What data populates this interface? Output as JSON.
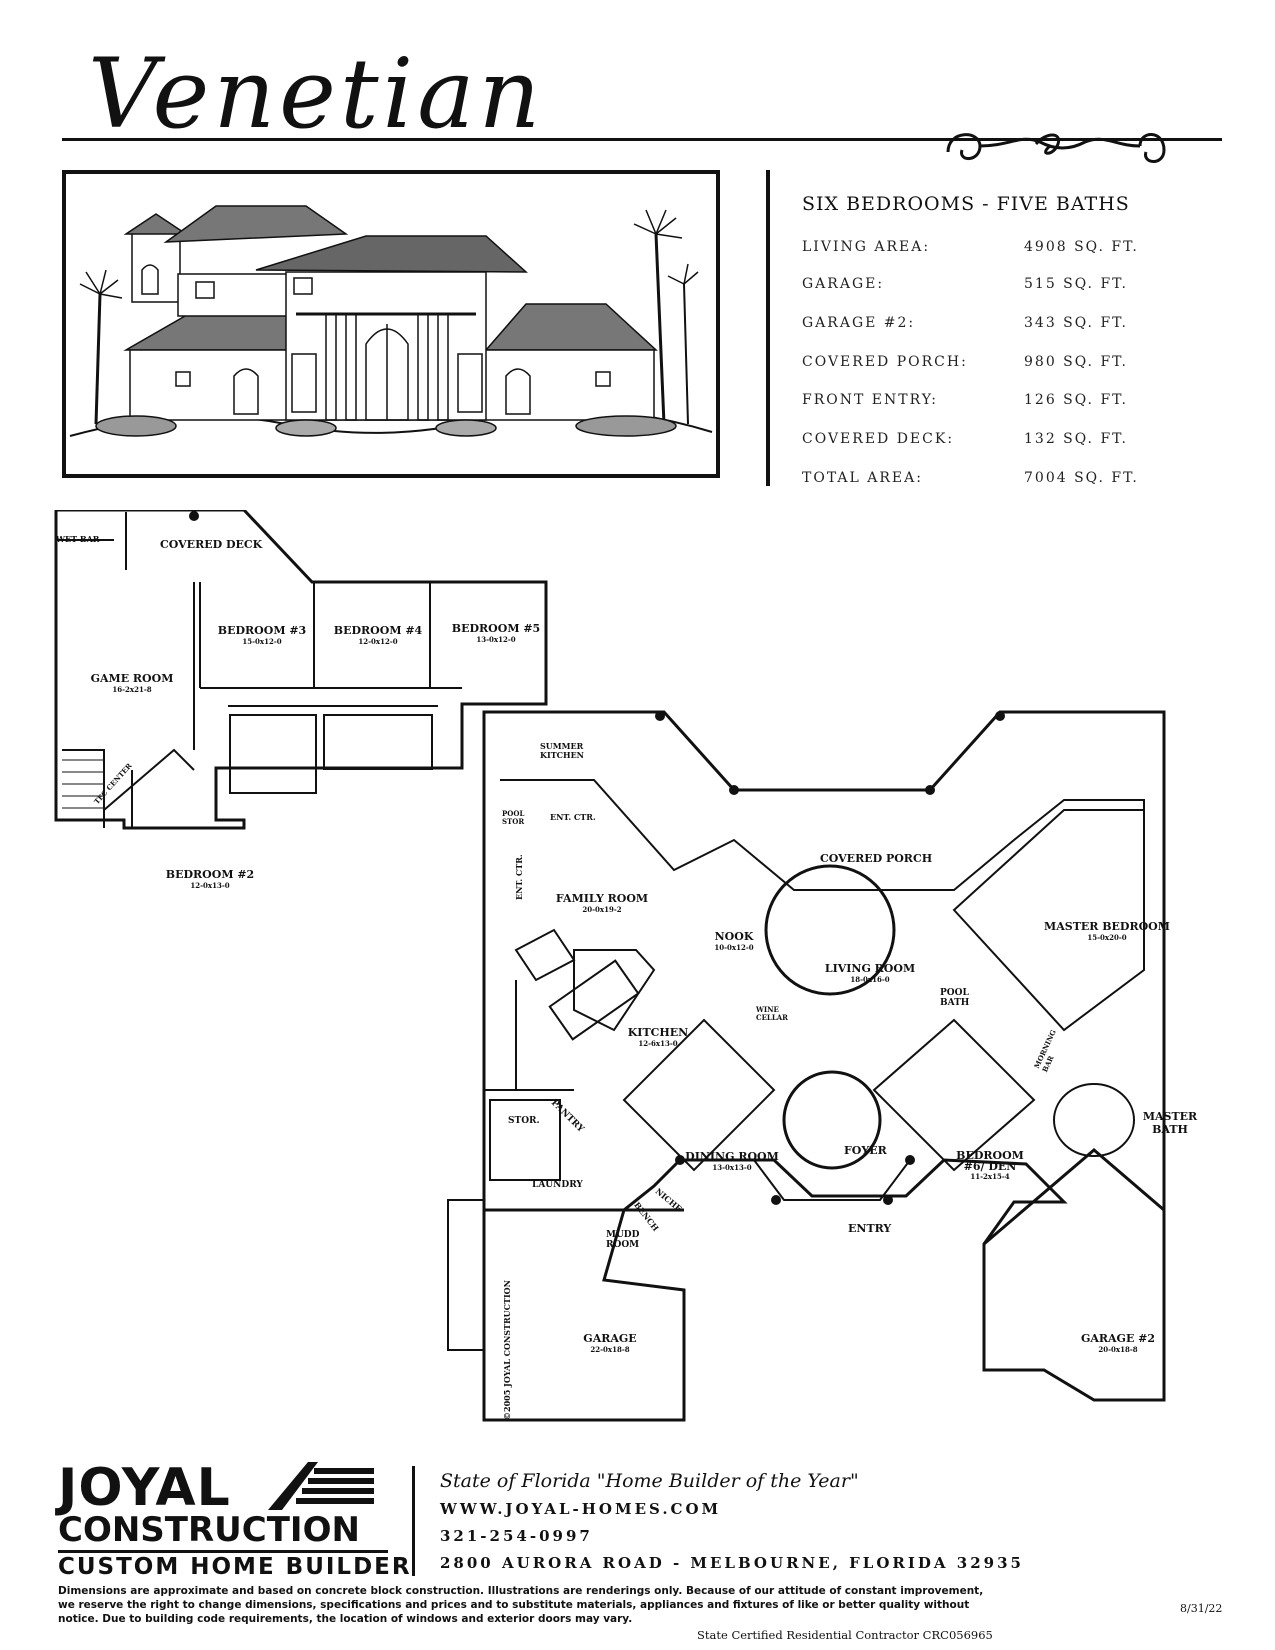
{
  "title": "Venetian",
  "specs": {
    "heading": "SIX BEDROOMS - FIVE BATHS",
    "rows": [
      {
        "label": "LIVING AREA:",
        "value": "4908 SQ. FT."
      },
      {
        "label": "GARAGE:",
        "value": "515 SQ. FT."
      },
      {
        "label": "GARAGE #2:",
        "value": "343 SQ. FT."
      },
      {
        "label": "COVERED PORCH:",
        "value": "980 SQ. FT."
      },
      {
        "label": "FRONT ENTRY:",
        "value": "126 SQ. FT."
      },
      {
        "label": "COVERED DECK:",
        "value": "132 SQ. FT."
      },
      {
        "label": "TOTAL AREA:",
        "value": "7004 SQ. FT."
      }
    ]
  },
  "upper_floor": {
    "wet_bar": "WET BAR",
    "covered_deck": "COVERED DECK",
    "bedroom3": {
      "name": "BEDROOM #3",
      "dims": "15-0x12-0"
    },
    "bedroom4": {
      "name": "BEDROOM #4",
      "dims": "12-0x12-0"
    },
    "bedroom5": {
      "name": "BEDROOM #5",
      "dims": "13-0x12-0"
    },
    "game_room": {
      "name": "GAME ROOM",
      "dims": "16-2x21-8"
    },
    "tec_center": "TEC CENTER",
    "bedroom2": {
      "name": "BEDROOM #2",
      "dims": "12-0x13-0"
    }
  },
  "main_floor": {
    "summer_kitchen": "SUMMER KITCHEN",
    "pool_stor": "POOL STOR",
    "ent_ctr": "ENT. CTR.",
    "ent_ctr_side": "ENT. CTR.",
    "covered_porch": "COVERED PORCH",
    "family_room": {
      "name": "FAMILY ROOM",
      "dims": "20-0x19-2"
    },
    "nook": {
      "name": "NOOK",
      "dims": "10-0x12-0"
    },
    "living_room": {
      "name": "LIVING ROOM",
      "dims": "18-0x16-0"
    },
    "pool_bath": "POOL BATH",
    "master_bedroom": {
      "name": "MASTER BEDROOM",
      "dims": "15-0x20-0"
    },
    "wine_cellar": "WINE CELLAR",
    "kitchen": {
      "name": "KITCHEN",
      "dims": "12-6x13-0"
    },
    "morning_bar": "MORNING BAR",
    "pantry": "PANTRY",
    "stor": "STOR.",
    "master_bath": "MASTER BATH",
    "laundry": "LAUNDRY",
    "dining_room": {
      "name": "DINING ROOM",
      "dims": "13-0x13-0"
    },
    "foyer": "FOYER",
    "bedroom6": {
      "name": "BEDROOM #6/ DEN",
      "dims": "11-2x15-4"
    },
    "niche": "NICHE",
    "bench": "BENCH",
    "entry": "ENTRY",
    "mudd_room": "MUDD ROOM",
    "garage": {
      "name": "GARAGE",
      "dims": "22-0x18-8"
    },
    "garage2": {
      "name": "GARAGE #2",
      "dims": "20-0x18-8"
    },
    "copyright": "©2005 JOYAL CONSTRUCTION"
  },
  "footer": {
    "logo_line1": "JOYAL",
    "logo_line2": "CONSTRUCTION",
    "logo_line3": "CUSTOM HOME BUILDER",
    "tagline": "State of Florida \"Home Builder of the Year\"",
    "website": "WWW.JOYAL-HOMES.COM",
    "phone": "321-254-0997",
    "address": "2800 AURORA ROAD - MELBOURNE, FLORIDA 32935",
    "disclaimer": "Dimensions are approximate and based on concrete block construction. Illustrations are renderings only. Because of our attitude of constant improvement, we reserve the right to change dimensions, specifications and prices and to substitute materials, appliances and fixtures of like or better quality without notice. Due to building code requirements, the location of windows and exterior doors may vary.",
    "date": "8/31/22",
    "license": "State Certified Residential Contractor CRC056965"
  }
}
